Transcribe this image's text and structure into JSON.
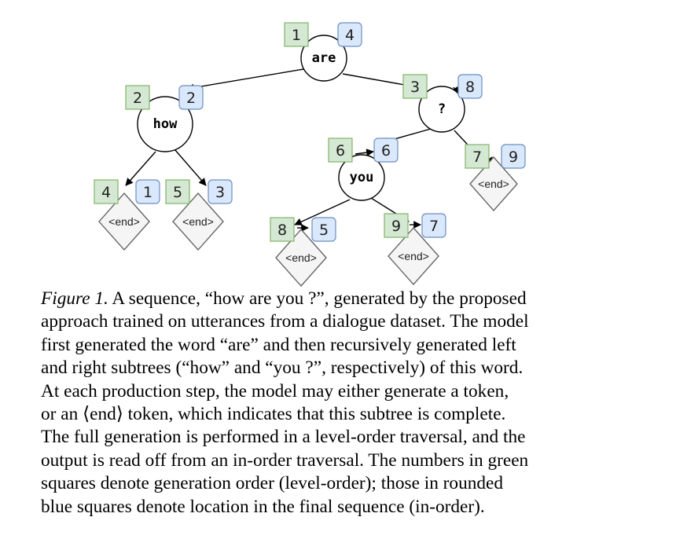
{
  "tree": {
    "nodes": [
      {
        "id": "are",
        "word": "are",
        "gen_order": "1",
        "position": "4"
      },
      {
        "id": "how",
        "word": "how",
        "gen_order": "2",
        "position": "2"
      },
      {
        "id": "q",
        "word": "?",
        "gen_order": "3",
        "position": "8"
      },
      {
        "id": "you",
        "word": "you",
        "gen_order": "6",
        "position": "6"
      }
    ],
    "end_token_label": "<end>",
    "end_leaves": [
      {
        "id": "end-how-left",
        "gen_order": "4",
        "position": "1"
      },
      {
        "id": "end-how-right",
        "gen_order": "5",
        "position": "3"
      },
      {
        "id": "end-q-right",
        "gen_order": "7",
        "position": "9"
      },
      {
        "id": "end-you-left",
        "gen_order": "8",
        "position": "5"
      },
      {
        "id": "end-you-right",
        "gen_order": "9",
        "position": "7"
      }
    ],
    "colors": {
      "gen_order_fill": "#d5e8d4",
      "gen_order_stroke": "#82b366",
      "position_fill": "#dae8fc",
      "position_stroke": "#6c8ebf",
      "end_fill": "#f5f5f5",
      "end_stroke": "#666666"
    }
  },
  "caption": {
    "label": "Figure 1.",
    "lines": [
      "A sequence, “how are you ?”, generated by the proposed",
      "approach trained on utterances from a dialogue dataset. The model",
      "first generated the word “are” and then recursively generated left",
      "and right subtrees (“how” and “you ?”, respectively) of this word.",
      "At each production step, the model may either generate a token,",
      "or an ⟨end⟩ token, which indicates that this subtree is complete.",
      "The full generation is performed in a level-order traversal, and the",
      "output is read off from an in-order traversal. The numbers in green",
      "squares denote generation order (level-order); those in rounded",
      "blue squares denote location in the final sequence (in-order)."
    ]
  }
}
